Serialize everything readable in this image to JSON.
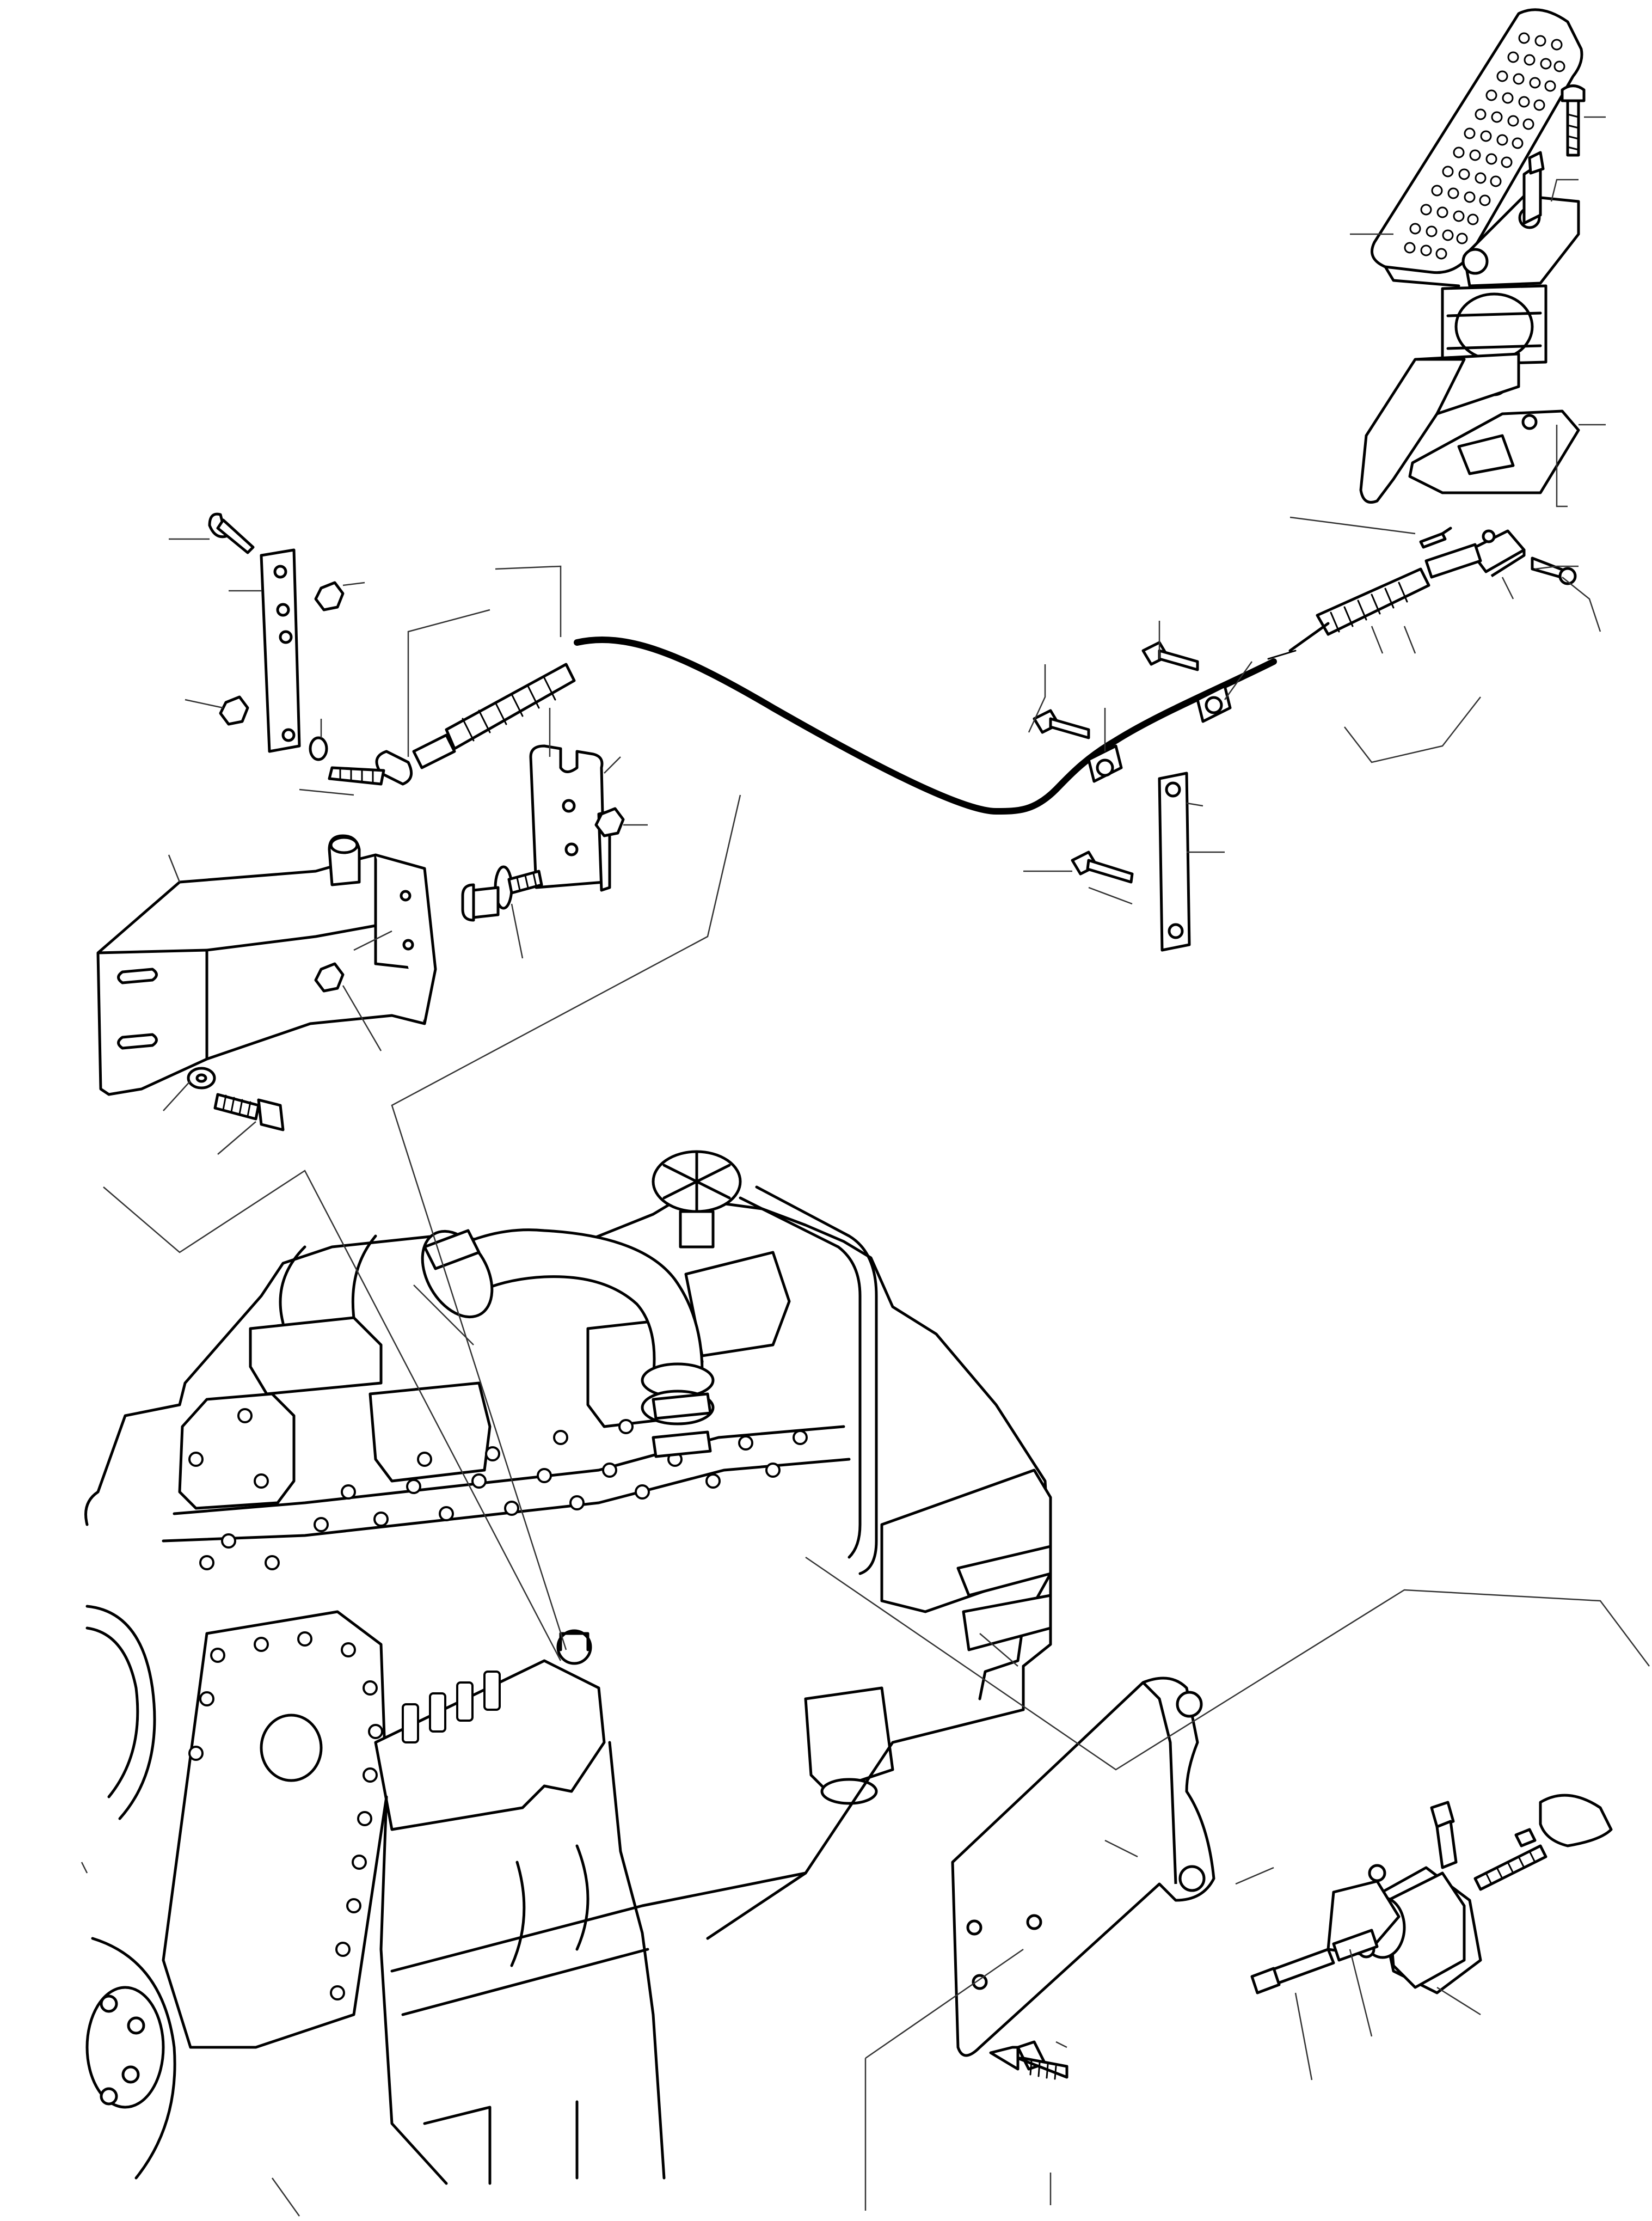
{
  "diagram": {
    "assemblies": [
      {
        "id": "accelerator-pedal",
        "icon": "pedal-icon"
      },
      {
        "id": "throttle-cable",
        "icon": "cable-icon"
      },
      {
        "id": "cable-support-bracket",
        "icon": "bracket-icon"
      },
      {
        "id": "cable-clamp-strap",
        "icon": "strap-icon"
      },
      {
        "id": "engine-block",
        "icon": "engine-icon"
      },
      {
        "id": "stop-solenoid",
        "icon": "solenoid-icon"
      },
      {
        "id": "solenoid-mounting-bracket",
        "icon": "bracket-icon"
      }
    ],
    "colors": {
      "line": "#000000",
      "background": "#ffffff",
      "leader": "#333333"
    }
  }
}
